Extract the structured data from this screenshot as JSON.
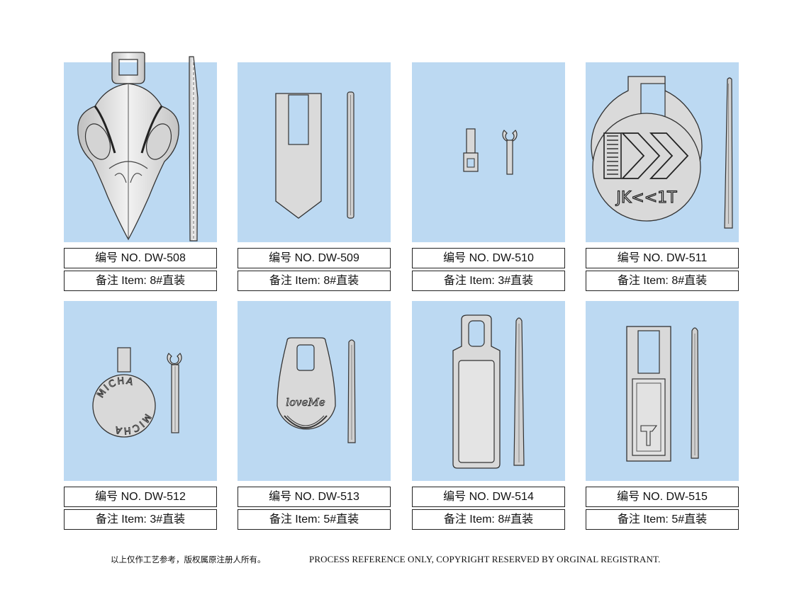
{
  "products": [
    {
      "number_label": "编号 NO. DW-508",
      "item_label": "备注 Item: 8#直装"
    },
    {
      "number_label": "编号 NO. DW-509",
      "item_label": "备注 Item: 8#直装"
    },
    {
      "number_label": "编号 NO. DW-510",
      "item_label": "备注 Item: 3#直装"
    },
    {
      "number_label": "编号 NO. DW-511",
      "item_label": "备注 Item: 8#直装",
      "engraving": "JK<<1T"
    },
    {
      "number_label": "编号 NO. DW-512",
      "item_label": "备注 Item: 3#直装",
      "engraving": "MICHA"
    },
    {
      "number_label": "编号 NO. DW-513",
      "item_label": "备注 Item: 5#直装",
      "engraving": "loveMe"
    },
    {
      "number_label": "编号 NO. DW-514",
      "item_label": "备注 Item: 8#直装"
    },
    {
      "number_label": "编号 NO. DW-515",
      "item_label": "备注 Item: 5#直装"
    }
  ],
  "footer": {
    "chinese_note": "以上仅作工艺参考，版权属原注册人所有。",
    "english_note": "PROCESS REFERENCE ONLY, COPYRIGHT RESERVED BY ORGINAL REGISTRANT."
  },
  "colors": {
    "panel_background": "#bcd9f2",
    "metal": "#d9d9d9",
    "outline": "#333333"
  }
}
